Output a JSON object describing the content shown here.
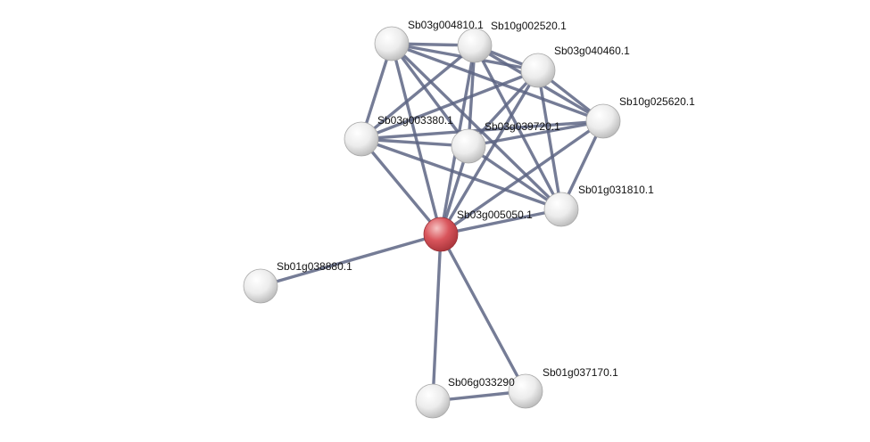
{
  "network": {
    "colors": {
      "edge": "#5d6584",
      "node_fill": "#e6e6e6",
      "query_node_fill": "#d9555c",
      "label": "#111111"
    },
    "nodes": [
      {
        "id": "Sb03g004810.1",
        "label": "Sb03g004810.1",
        "query": false
      },
      {
        "id": "Sb10g002520.1",
        "label": "Sb10g002520.1",
        "query": false
      },
      {
        "id": "Sb03g040460.1",
        "label": "Sb03g040460.1",
        "query": false
      },
      {
        "id": "Sb10g025620.1",
        "label": "Sb10g025620.1",
        "query": false
      },
      {
        "id": "Sb03g003380.1",
        "label": "Sb03g003380.1",
        "query": false
      },
      {
        "id": "Sb03g039720.1",
        "label": "Sb03g039720.1",
        "query": false
      },
      {
        "id": "Sb01g031810.1",
        "label": "Sb01g031810.1",
        "query": false
      },
      {
        "id": "Sb03g005050.1",
        "label": "Sb03g005050.1",
        "query": true
      },
      {
        "id": "Sb01g038880.1",
        "label": "Sb01g038880.1",
        "query": false
      },
      {
        "id": "Sb06g033290",
        "label": "Sb06g033290",
        "query": false
      },
      {
        "id": "Sb01g037170.1",
        "label": "Sb01g037170.1",
        "query": false
      }
    ],
    "edges": [
      [
        "Sb03g004810.1",
        "Sb10g002520.1"
      ],
      [
        "Sb03g004810.1",
        "Sb03g040460.1"
      ],
      [
        "Sb03g004810.1",
        "Sb10g025620.1"
      ],
      [
        "Sb03g004810.1",
        "Sb03g003380.1"
      ],
      [
        "Sb03g004810.1",
        "Sb03g039720.1"
      ],
      [
        "Sb03g004810.1",
        "Sb03g005050.1"
      ],
      [
        "Sb03g004810.1",
        "Sb01g031810.1"
      ],
      [
        "Sb10g002520.1",
        "Sb03g040460.1"
      ],
      [
        "Sb10g002520.1",
        "Sb10g025620.1"
      ],
      [
        "Sb10g002520.1",
        "Sb03g003380.1"
      ],
      [
        "Sb10g002520.1",
        "Sb03g039720.1"
      ],
      [
        "Sb10g002520.1",
        "Sb03g005050.1"
      ],
      [
        "Sb10g002520.1",
        "Sb01g031810.1"
      ],
      [
        "Sb03g040460.1",
        "Sb10g025620.1"
      ],
      [
        "Sb03g040460.1",
        "Sb03g003380.1"
      ],
      [
        "Sb03g040460.1",
        "Sb03g039720.1"
      ],
      [
        "Sb03g040460.1",
        "Sb03g005050.1"
      ],
      [
        "Sb03g040460.1",
        "Sb01g031810.1"
      ],
      [
        "Sb10g025620.1",
        "Sb03g003380.1"
      ],
      [
        "Sb10g025620.1",
        "Sb03g039720.1"
      ],
      [
        "Sb10g025620.1",
        "Sb03g005050.1"
      ],
      [
        "Sb10g025620.1",
        "Sb01g031810.1"
      ],
      [
        "Sb03g003380.1",
        "Sb03g039720.1"
      ],
      [
        "Sb03g003380.1",
        "Sb03g005050.1"
      ],
      [
        "Sb03g003380.1",
        "Sb01g031810.1"
      ],
      [
        "Sb03g039720.1",
        "Sb03g005050.1"
      ],
      [
        "Sb03g039720.1",
        "Sb01g031810.1"
      ],
      [
        "Sb03g005050.1",
        "Sb01g031810.1"
      ],
      [
        "Sb03g005050.1",
        "Sb01g038880.1"
      ],
      [
        "Sb03g005050.1",
        "Sb06g033290"
      ],
      [
        "Sb03g005050.1",
        "Sb01g037170.1"
      ],
      [
        "Sb06g033290",
        "Sb01g037170.1"
      ]
    ]
  }
}
